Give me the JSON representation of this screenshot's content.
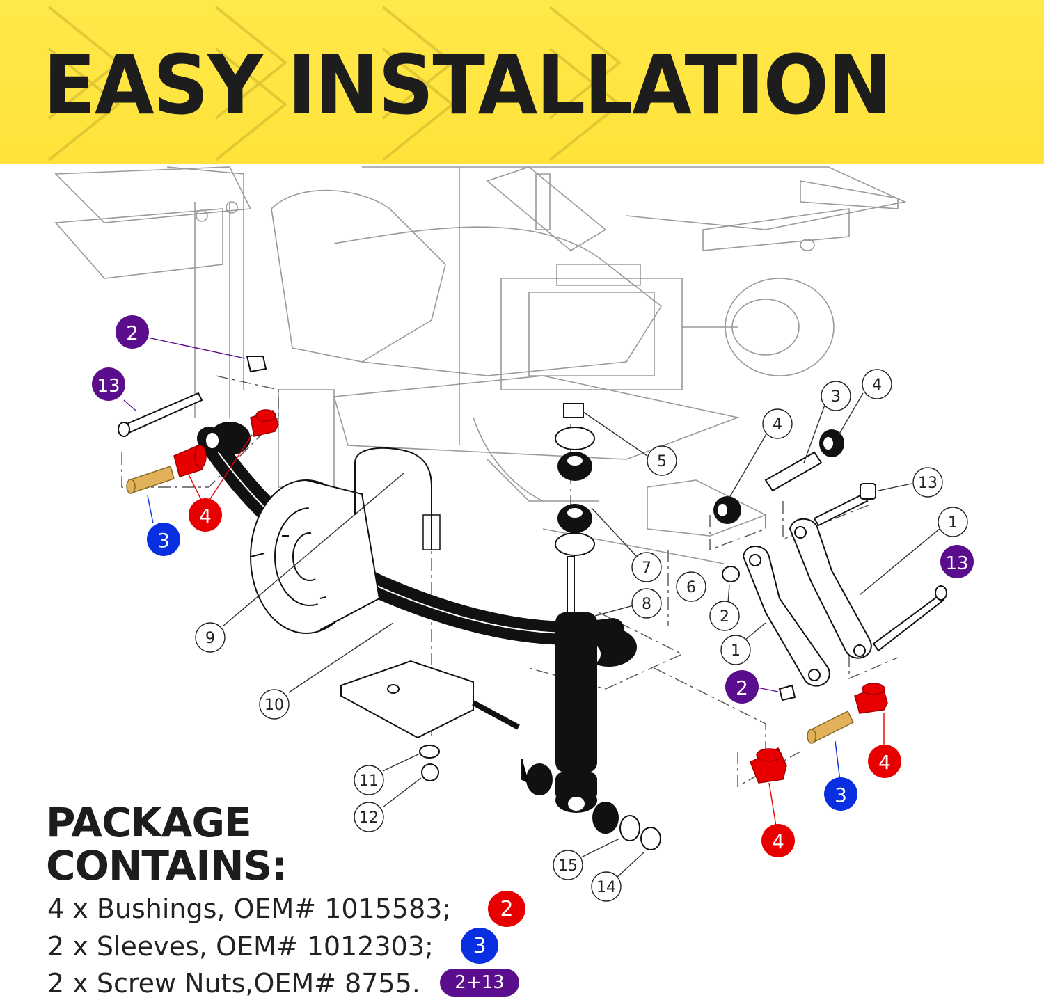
{
  "banner": {
    "title": "EASY INSTALLATION"
  },
  "colors": {
    "banner": "#ffe33a",
    "red": "#e80000",
    "blue": "#0a2fe0",
    "purple": "#5a0d8c",
    "sleeve": "#e2b25a"
  },
  "callouts": {
    "purple_2_top": "2",
    "purple_13_left": "13",
    "red_4_left": "4",
    "blue_3_left": "3",
    "c5": "5",
    "c4a": "4",
    "c3": "3",
    "c4b": "4",
    "c13": "13",
    "c1a": "1",
    "purple_13_right": "13",
    "c7": "7",
    "c6": "6",
    "c8": "8",
    "c2": "2",
    "c1b": "1",
    "c9": "9",
    "c10": "10",
    "purple_2_bottom": "2",
    "red_4_right": "4",
    "blue_3_right": "3",
    "red_4_bottom": "4",
    "c11": "11",
    "c12": "12",
    "c15": "15",
    "c14": "14"
  },
  "package": {
    "heading_line1": "PACKAGE",
    "heading_line2": "CONTAINS:",
    "items": [
      {
        "text": "4 x Bushings, OEM# 1015583;",
        "badge": "2"
      },
      {
        "text": "2 x Sleeves, OEM# 1012303;",
        "badge": "3"
      },
      {
        "text": "2 x Screw Nuts,OEM# 8755.",
        "badge": "2+13"
      }
    ]
  }
}
